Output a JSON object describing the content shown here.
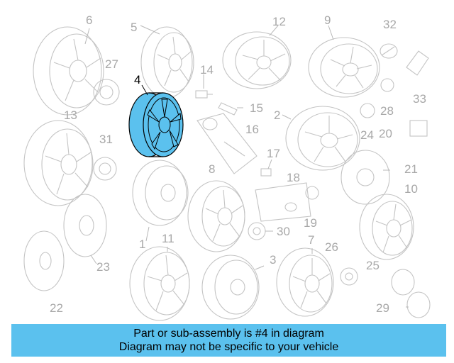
{
  "diagram": {
    "highlight_color": "#5bc1ee",
    "highlighted_part": "4",
    "callouts": [
      "6",
      "5",
      "12",
      "9",
      "32",
      "27",
      "4",
      "14",
      "33",
      "15",
      "2",
      "28",
      "13",
      "16",
      "24",
      "20",
      "31",
      "17",
      "21",
      "8",
      "18",
      "10",
      "1",
      "11",
      "30",
      "19",
      "23",
      "26",
      "7",
      "3",
      "25",
      "22",
      "29"
    ]
  },
  "footer": {
    "line1": "Part or sub-assembly is #4 in diagram",
    "line2": "Diagram may not be specific to your vehicle",
    "background": "#5bc1ee"
  }
}
